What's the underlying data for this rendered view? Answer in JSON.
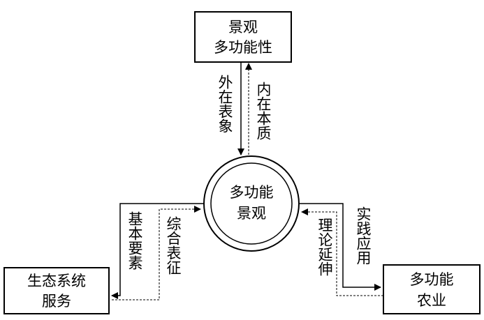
{
  "nodes": {
    "top": {
      "line1": "景观",
      "line2": "多功能性"
    },
    "center": {
      "line1": "多功能",
      "line2": "景观"
    },
    "left": {
      "line1": "生态系统",
      "line2": "服务"
    },
    "right": {
      "line1": "多功能",
      "line2": "农业"
    }
  },
  "edges": {
    "top_solid": "外在表象",
    "top_dashed": "内在本质",
    "left_solid": "基本要素",
    "left_dashed": "综合表征",
    "right_solid": "实践应用",
    "right_dashed": "理论延伸"
  }
}
